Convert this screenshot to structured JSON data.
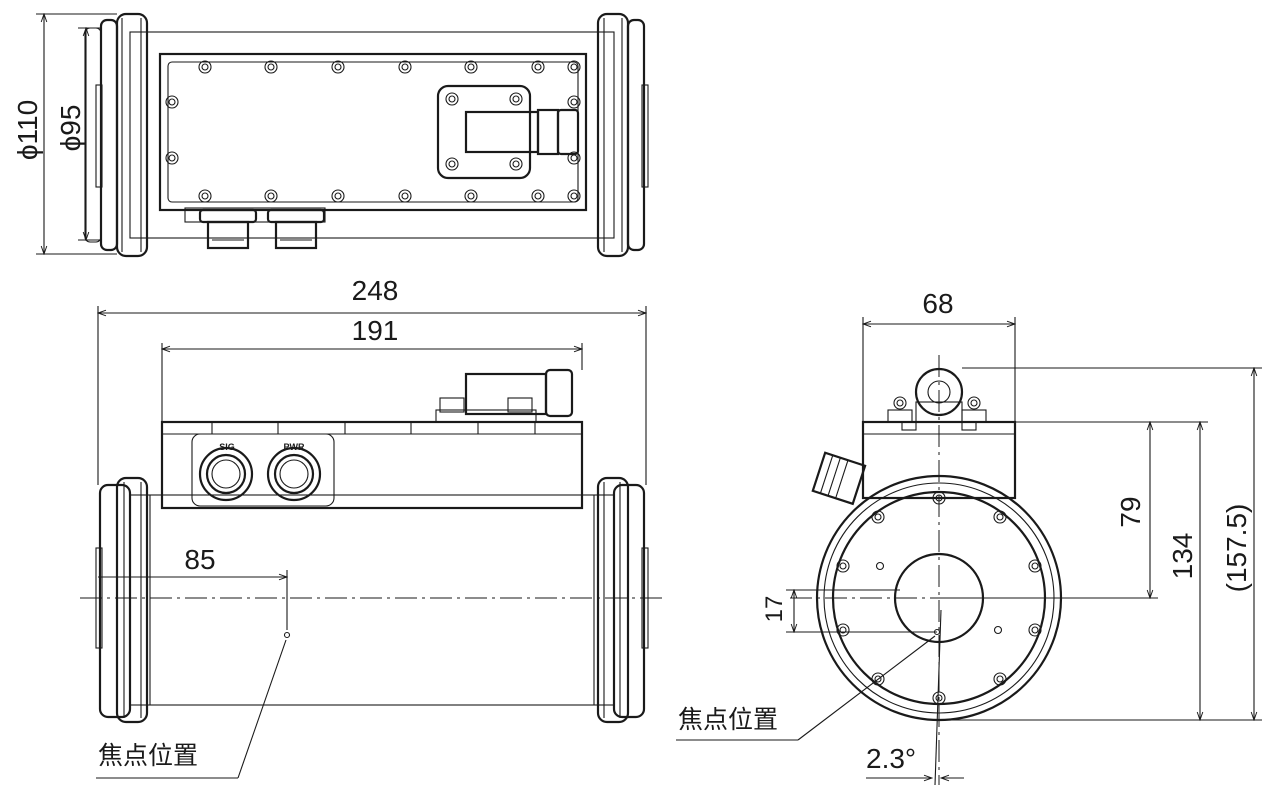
{
  "dimensions": {
    "outer_diameter": "ϕ110",
    "inner_diameter": "ϕ95",
    "total_length": "248",
    "box_length": "191",
    "focus_distance": "85",
    "end_width": "68",
    "height_79": "79",
    "height_134": "134",
    "height_total": "(157.5)",
    "focus_offset": "17",
    "angle": "2.3°"
  },
  "labels": {
    "focal_point_side": "焦点位置",
    "focal_point_end": "焦点位置",
    "connector_sig": "SIG",
    "connector_pwr": "PWR"
  },
  "colors": {
    "line": "#1a1a1a",
    "background": "#ffffff"
  }
}
